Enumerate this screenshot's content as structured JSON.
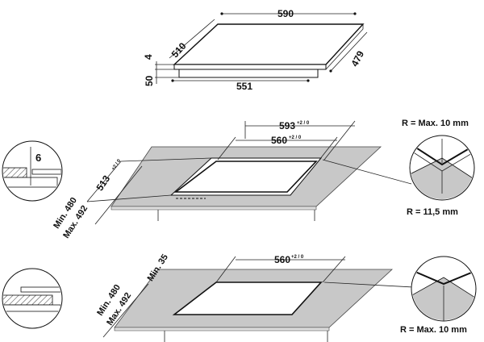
{
  "hob_top": {
    "width": "590",
    "depth": "510",
    "right_depth": "479",
    "glass_thickness": "4",
    "body_height": "50",
    "body_width": "551"
  },
  "cutout_flush": {
    "outer_width": "593",
    "outer_width_tol": "+2 / 0",
    "inner_width": "560",
    "inner_width_tol": "+2 / 0",
    "depth": "513",
    "depth_tol": "+2 / 0",
    "worktop_min": "Min. 480",
    "worktop_max": "Max. 492",
    "rebate_depth": "6",
    "corner_outer": "R = Max. 10 mm",
    "corner_inner": "R = 11,5 mm"
  },
  "cutout_standard": {
    "inner_width": "560",
    "inner_width_tol": "+2 / 0",
    "edge_min": "Min. 35",
    "worktop_min": "Min. 480",
    "worktop_max": "Max. 492",
    "corner": "R = Max. 10 mm"
  }
}
